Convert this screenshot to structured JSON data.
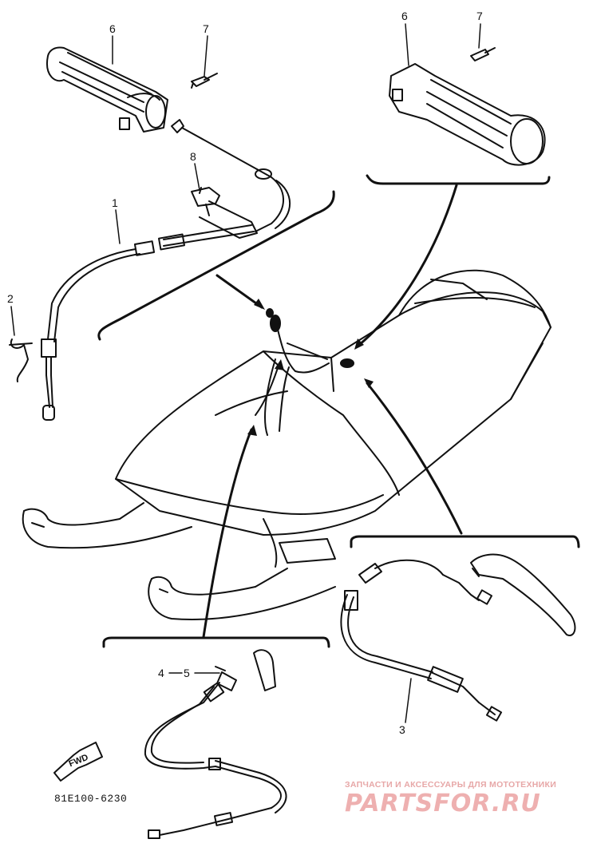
{
  "callouts": {
    "c1": "1",
    "c2": "2",
    "c3": "3",
    "c4": "4",
    "c5": "5",
    "c6_left": "6",
    "c7_left": "7",
    "c6_right": "6",
    "c7_right": "7",
    "c8": "8"
  },
  "arrow_label": "FWD",
  "diagram_code": "81E100-6230",
  "watermark": {
    "tagline": "ЗАПЧАСТИ И АКСЕССУАРЫ ДЛЯ МОТОТЕХНИКИ",
    "brand": "PARTSFOR.RU"
  }
}
